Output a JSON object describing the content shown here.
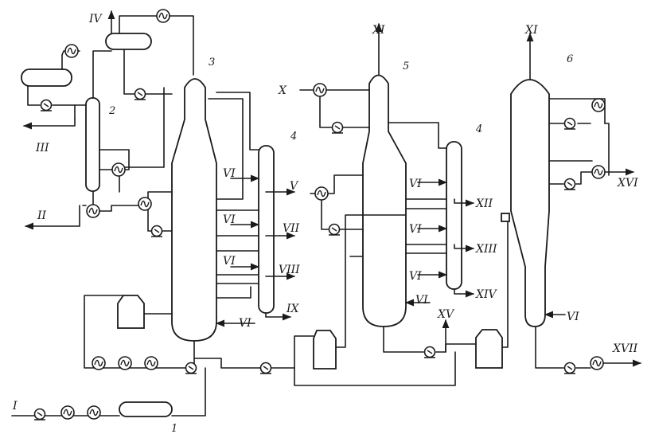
{
  "labels": {
    "I": "I",
    "II": "II",
    "III": "III",
    "IV": "IV",
    "V": "V",
    "VI": "VI",
    "VII": "VII",
    "VIII": "VIII",
    "IX": "IX",
    "X": "X",
    "XI": "XI",
    "XII": "XII",
    "XIII": "XIII",
    "XIV": "XIV",
    "XV": "XV",
    "XVI": "XVI",
    "XVII": "XVII"
  },
  "numbers": {
    "n1": "1",
    "n2": "2",
    "n3": "3",
    "n4": "4",
    "n5": "5",
    "n6": "6"
  },
  "colors": {
    "line": "#1a1a1a",
    "background": "#ffffff"
  }
}
